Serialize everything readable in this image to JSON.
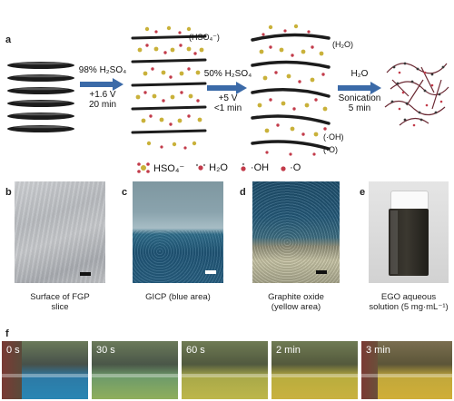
{
  "panel_a": {
    "label": "a",
    "steps": [
      {
        "lines": [
          "98% H₂SO₄",
          "+1.6 V",
          "20 min"
        ]
      },
      {
        "lines": [
          "50% H₂SO₄",
          "+5 V",
          "<1 min"
        ]
      },
      {
        "lines": [
          "H₂O",
          "Sonication",
          "5 min"
        ]
      }
    ],
    "annotations": {
      "hso4_top": "(HSO₄⁻)",
      "h2o_top": "(H₂O)",
      "oh": "(·OH)",
      "o": "(·O)"
    },
    "legend": [
      {
        "label": "HSO₄⁻",
        "color": "#c9b13a"
      },
      {
        "label": "H₂O",
        "color": "#c23b4a"
      },
      {
        "label": "·OH",
        "color": "#c23b4a"
      },
      {
        "label": "·O",
        "color": "#c23b4a"
      }
    ]
  },
  "panel_b": {
    "label": "b",
    "caption_lines": [
      "Surface of FGP",
      "slice"
    ]
  },
  "panel_c": {
    "label": "c",
    "caption_lines": [
      "GICP (blue area)"
    ]
  },
  "panel_d": {
    "label": "d",
    "caption_lines": [
      "Graphite oxide",
      "(yellow area)"
    ]
  },
  "panel_e": {
    "label": "e",
    "caption_lines": [
      "EGO aqueous",
      "solution (5 mg·mL⁻¹)"
    ]
  },
  "panel_f": {
    "label": "f",
    "frames": [
      "0 s",
      "30 s",
      "60 s",
      "2 min",
      "3 min"
    ]
  },
  "colors": {
    "arrow": "#3b6aa8",
    "graphene": "#222222",
    "sulfur": "#c9b13a",
    "oxygen": "#c23b4a"
  }
}
